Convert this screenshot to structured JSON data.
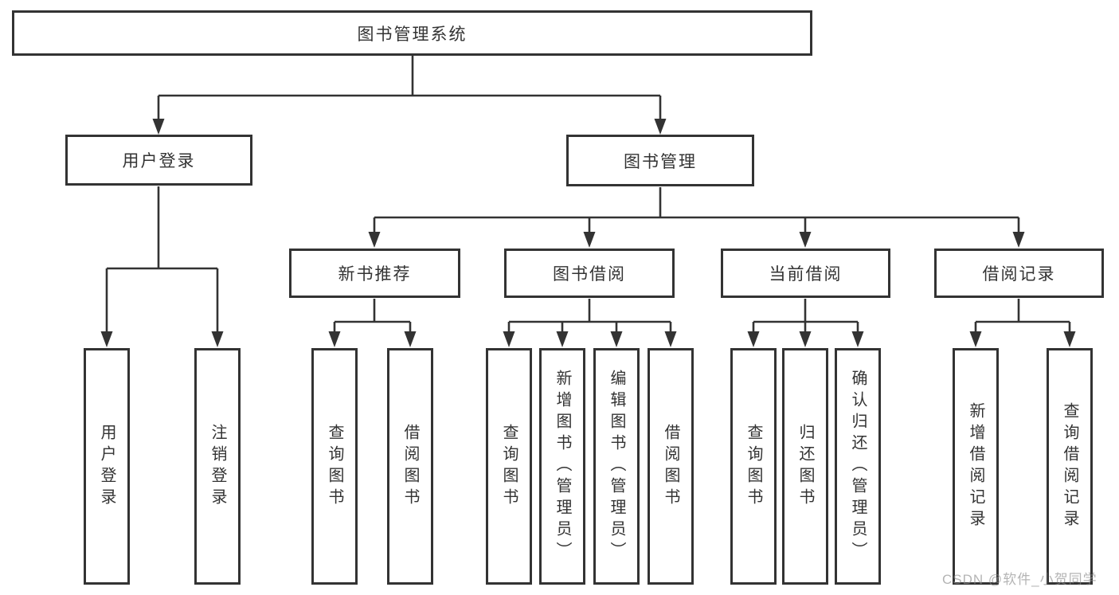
{
  "colors": {
    "line": "#333333",
    "text": "#333333",
    "background": "#ffffff",
    "watermark": "#8c8c8c"
  },
  "watermark": {
    "text": "CSDN @软件_小贺同学"
  },
  "tree": {
    "root": "图书管理系统",
    "children": [
      {
        "label": "用户登录",
        "children": [
          "用户登录",
          "注销登录"
        ]
      },
      {
        "label": "图书管理",
        "children": [
          {
            "label": "新书推荐",
            "children": [
              "查询图书",
              "借阅图书"
            ]
          },
          {
            "label": "图书借阅",
            "children": [
              "查询图书",
              "新增图书（管理员）",
              "编辑图书（管理员）",
              "借阅图书"
            ]
          },
          {
            "label": "当前借阅",
            "children": [
              "查询图书",
              "归还图书",
              "确认归还（管理员）"
            ]
          },
          {
            "label": "借阅记录",
            "children": [
              "新增借阅记录",
              "查询借阅记录"
            ]
          }
        ]
      }
    ]
  }
}
